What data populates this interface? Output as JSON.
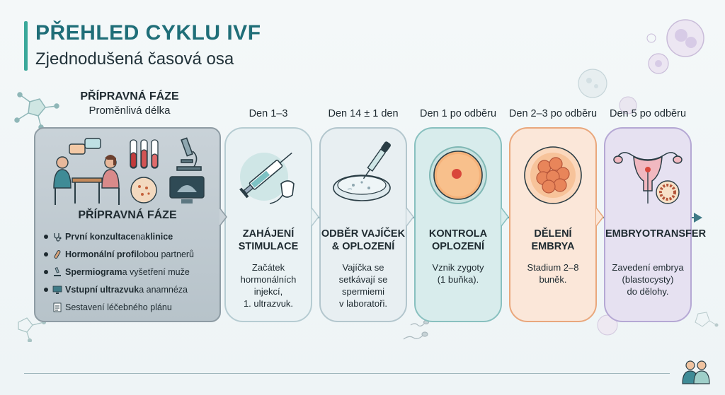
{
  "header": {
    "title": "PŘEHLED CYKLU IVF",
    "subtitle": "Zjednodušená časová osa"
  },
  "prep": {
    "heading": "PŘÍPRAVNÁ FÁZE",
    "duration": "Proměnlivá délka",
    "card_title": "PŘÍPRAVNÁ FÁZE",
    "items": [
      {
        "bold": "První konzultace",
        "text_a": " na ",
        "bold2": "klinice",
        "text_b": "",
        "icon": "stethoscope-icon"
      },
      {
        "bold": "Hormonální profil",
        "text_a": " obou partnerů",
        "bold2": "",
        "text_b": "",
        "icon": "test-tube-icon"
      },
      {
        "bold": "Spermiogram",
        "text_a": " a vyšetření muže",
        "bold2": "",
        "text_b": "",
        "icon": "microscope-icon"
      },
      {
        "bold": "Vstupní ultrazvuk",
        "text_a": " a anamnéza",
        "bold2": "",
        "text_b": "",
        "icon": "monitor-icon"
      },
      {
        "bold": "",
        "text_a": "Sestavení léčebného plánu",
        "bold2": "",
        "text_b": "",
        "icon": "checklist-icon"
      }
    ]
  },
  "stages": [
    {
      "day": "Den 1–3",
      "title1": "ZAHÁJENÍ",
      "title2": "STIMULACE",
      "desc": [
        "Začátek",
        "hormonálních",
        "injekcí,",
        "1. ultrazvuk."
      ],
      "icon": "syringe-icon"
    },
    {
      "day": "Den 14 ± 1 den",
      "title1": "ODBĚR VAJÍČEK",
      "title2": "& OPLOZENÍ",
      "desc": [
        "Vajíčka se",
        "setkávají se",
        "spermiemi",
        "v laboratoři."
      ],
      "icon": "petri-dish-icon"
    },
    {
      "day": "Den 1 po odběru",
      "title1": "KONTROLA",
      "title2": "OPLOZENÍ",
      "desc": [
        "Vznik zygoty",
        "(1 buňka)."
      ],
      "icon": "zygote-icon"
    },
    {
      "day": "Den 2–3 po odběru",
      "title1": "DĚLENÍ",
      "title2": "EMBRYA",
      "desc": [
        "Stadium 2–8",
        "buněk."
      ],
      "icon": "embryo-icon"
    },
    {
      "day": "Den 5 po odběru",
      "title1": "EMBRYOTRANSFER",
      "title2": "",
      "desc": [
        "Zavedení embrya",
        "(blastocysty)",
        "do dělohy."
      ],
      "icon": "uterus-icon"
    }
  ],
  "colors": {
    "title": "#1f6e78",
    "accent": "#3aa89a",
    "timeline": "#3f7a86",
    "stage3": "#88c0bf",
    "stage4": "#e9a77c",
    "stage5": "#b5a8d4"
  }
}
